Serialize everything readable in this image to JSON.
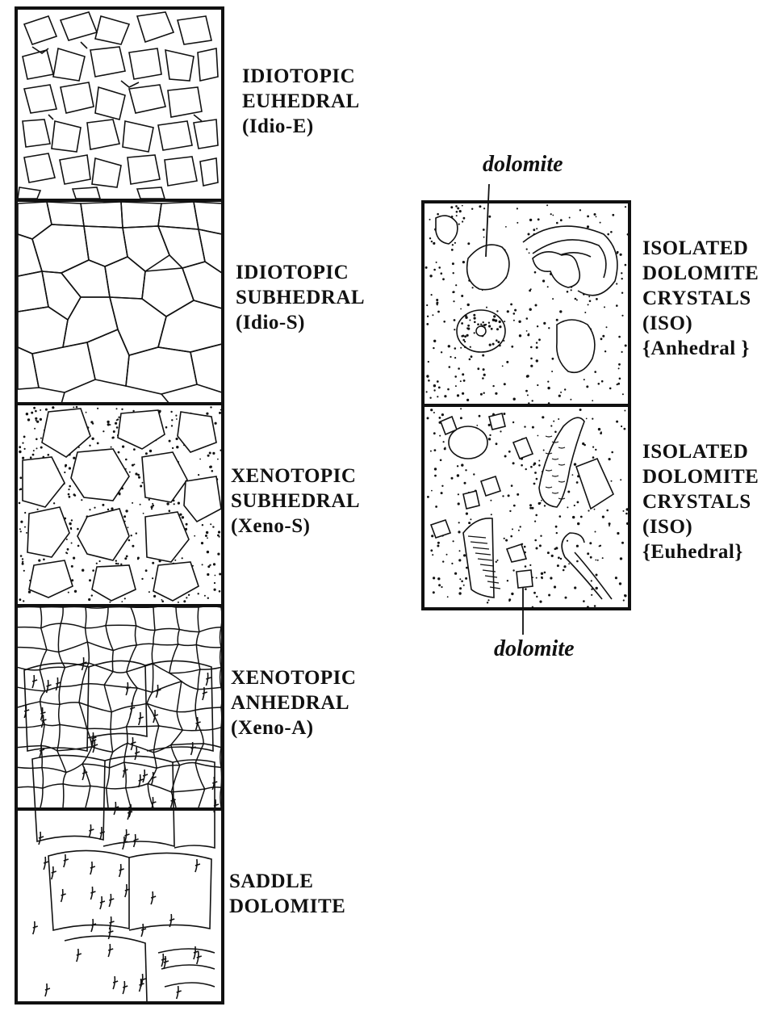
{
  "left_column": [
    {
      "id": "idio-e",
      "lines": [
        "IDIOTOPIC",
        "EUHEDRAL",
        "(Idio-E)"
      ]
    },
    {
      "id": "idio-s",
      "lines": [
        "IDIOTOPIC",
        "SUBHEDRAL",
        "(Idio-S)"
      ]
    },
    {
      "id": "xeno-s",
      "lines": [
        "XENOTOPIC",
        "SUBHEDRAL",
        "(Xeno-S)"
      ]
    },
    {
      "id": "xeno-a",
      "lines": [
        "XENOTOPIC",
        "ANHEDRAL",
        "(Xeno-A)"
      ]
    },
    {
      "id": "saddle",
      "lines": [
        "SADDLE",
        "DOLOMITE"
      ]
    }
  ],
  "right_column": [
    {
      "id": "iso-anhedral",
      "lines": [
        "ISOLATED",
        "DOLOMITE",
        "CRYSTALS",
        "(ISO)",
        "{Anhedral }"
      ]
    },
    {
      "id": "iso-euhedral",
      "lines": [
        "ISOLATED",
        "DOLOMITE",
        "CRYSTALS",
        "(ISO)",
        "{Euhedral}"
      ]
    }
  ],
  "callouts": {
    "top": "dolomite",
    "bottom": "dolomite"
  }
}
